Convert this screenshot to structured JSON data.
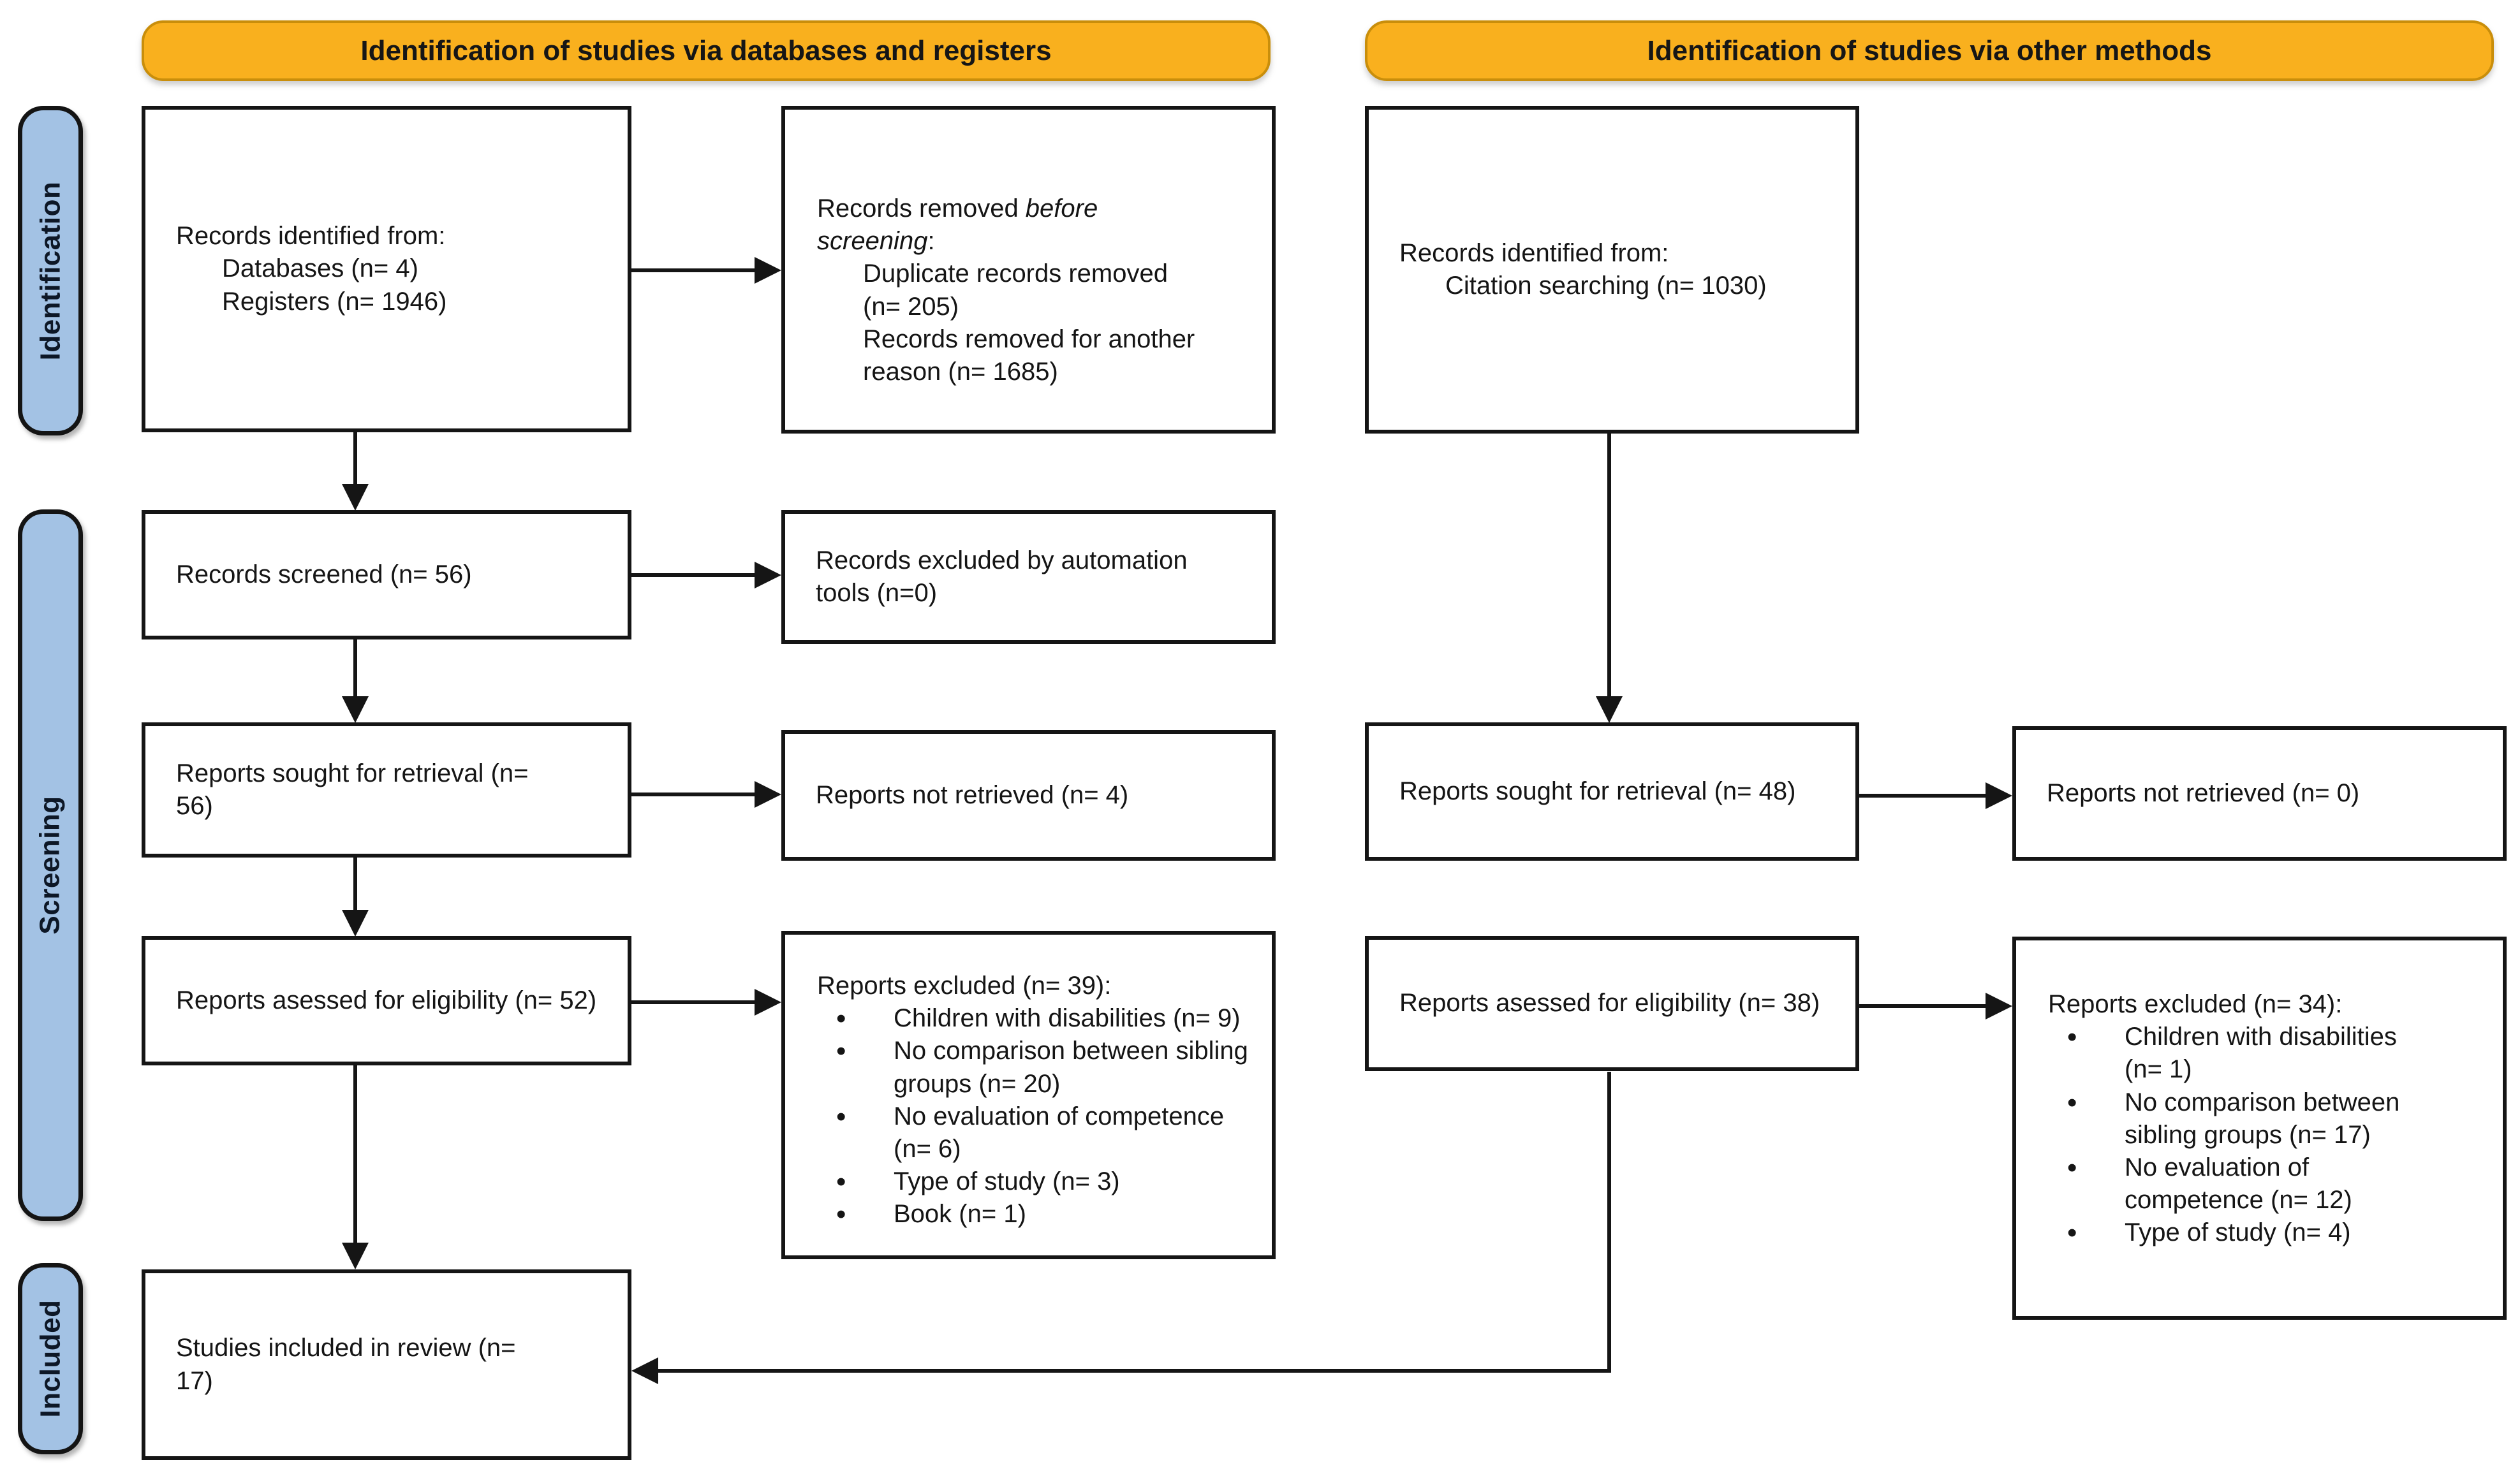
{
  "banners": {
    "databases": "Identification of studies via databases and registers",
    "other": "Identification of studies via other methods"
  },
  "stages": {
    "identification": "Identification",
    "screening": "Screening",
    "included": "Included"
  },
  "databases_column": {
    "identified": {
      "intro": "Records identified from:",
      "items": [
        "Databases (n= 4)",
        "Registers (n= 1946)"
      ]
    },
    "removed_before_screening": {
      "prefix": "Records removed ",
      "italic": "before screening",
      "suffix": ":",
      "items": [
        "Duplicate records removed (n= 205)",
        "Records removed for another reason (n= 1685)"
      ]
    },
    "screened": "Records screened (n= 56)",
    "excluded_by_automation": "Records excluded by automation tools (n=0)",
    "sought_for_retrieval": "Reports sought for retrieval (n= 56)",
    "not_retrieved": "Reports not retrieved (n= 4)",
    "assessed_for_eligibility": "Reports asessed for eligibility (n= 52)",
    "excluded": {
      "title": "Reports excluded (n= 39):",
      "items": [
        "Children with disabilities (n= 9)",
        "No comparison between sibling groups (n= 20)",
        "No evaluation of competence (n= 6)",
        "Type of study (n= 3)",
        "Book (n= 1)"
      ]
    },
    "included_in_review": "Studies included in review (n= 17)"
  },
  "other_methods_column": {
    "identified": {
      "intro": "Records identified from:",
      "items": [
        "Citation searching (n= 1030)"
      ]
    },
    "sought_for_retrieval": "Reports sought for retrieval (n= 48)",
    "not_retrieved": "Reports not retrieved (n= 0)",
    "assessed_for_eligibility": "Reports asessed for eligibility (n= 38)",
    "excluded": {
      "title": "Reports excluded (n= 34):",
      "items": [
        "Children with disabilities (n= 1)",
        "No comparison between sibling groups (n= 17)",
        "No evaluation of competence (n= 12)",
        "Type of study (n= 4)"
      ]
    }
  },
  "colors": {
    "banner_fill": "#F9B01E",
    "banner_border": "#C98E0B",
    "stage_fill": "#A3C2E4",
    "box_border": "#151515",
    "line": "#151515",
    "text": "#151515"
  }
}
